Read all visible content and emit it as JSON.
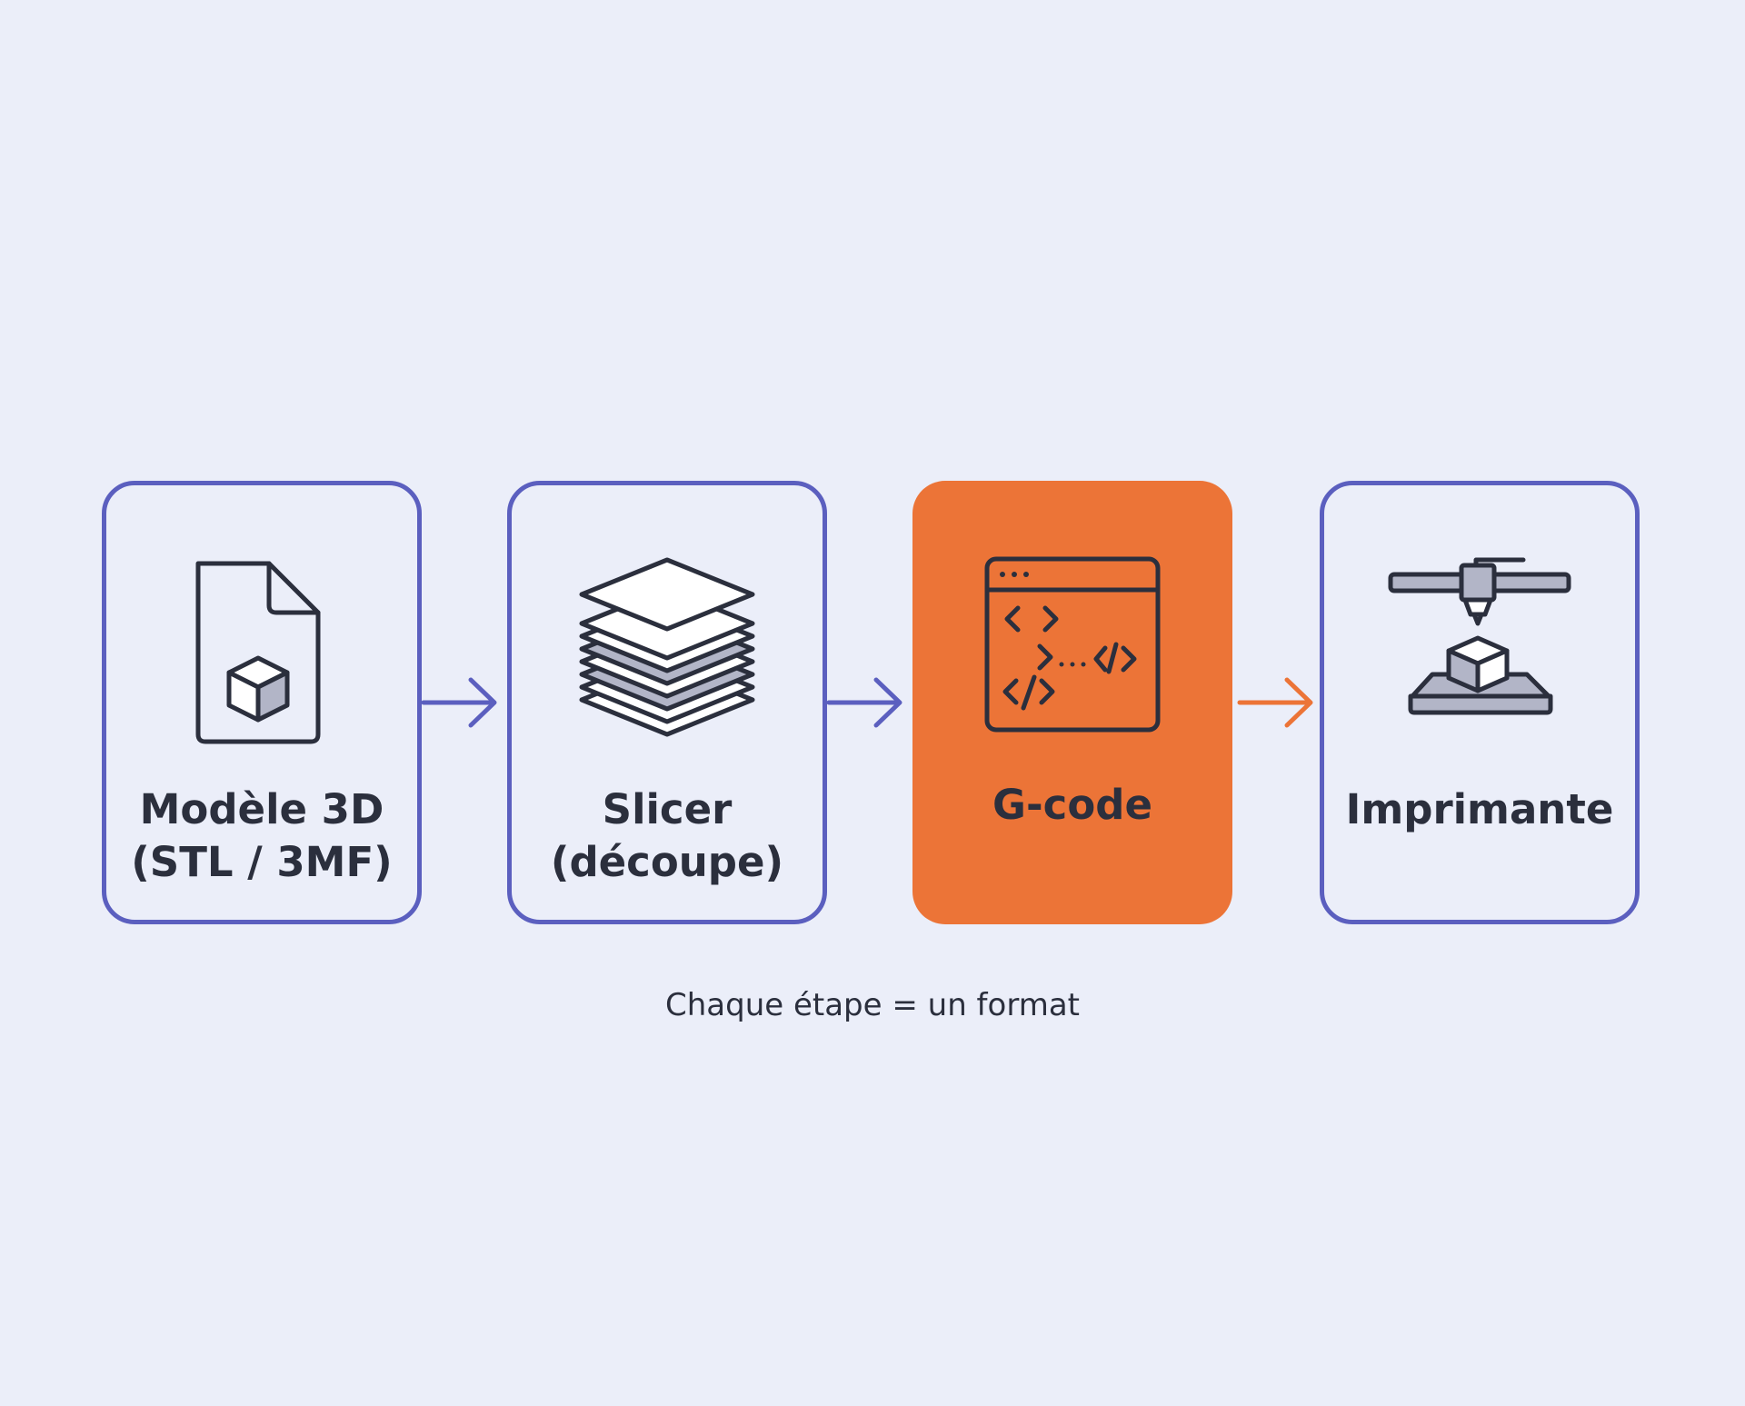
{
  "steps": [
    {
      "label": "Modèle 3D\n(STL / 3MF)",
      "icon": "file-3d-model-icon"
    },
    {
      "label": "Slicer\n(découpe)",
      "icon": "layers-stack-icon"
    },
    {
      "label": "G-code",
      "icon": "code-window-icon"
    },
    {
      "label": "Imprimante",
      "icon": "3d-printer-icon"
    }
  ],
  "caption": "Chaque étape = un format",
  "colors": {
    "background": "#ebeef9",
    "border": "#5b5fbf",
    "accent": "#ec7437",
    "text": "#2b2f3d",
    "icon_fill": "#b2b5c7"
  }
}
